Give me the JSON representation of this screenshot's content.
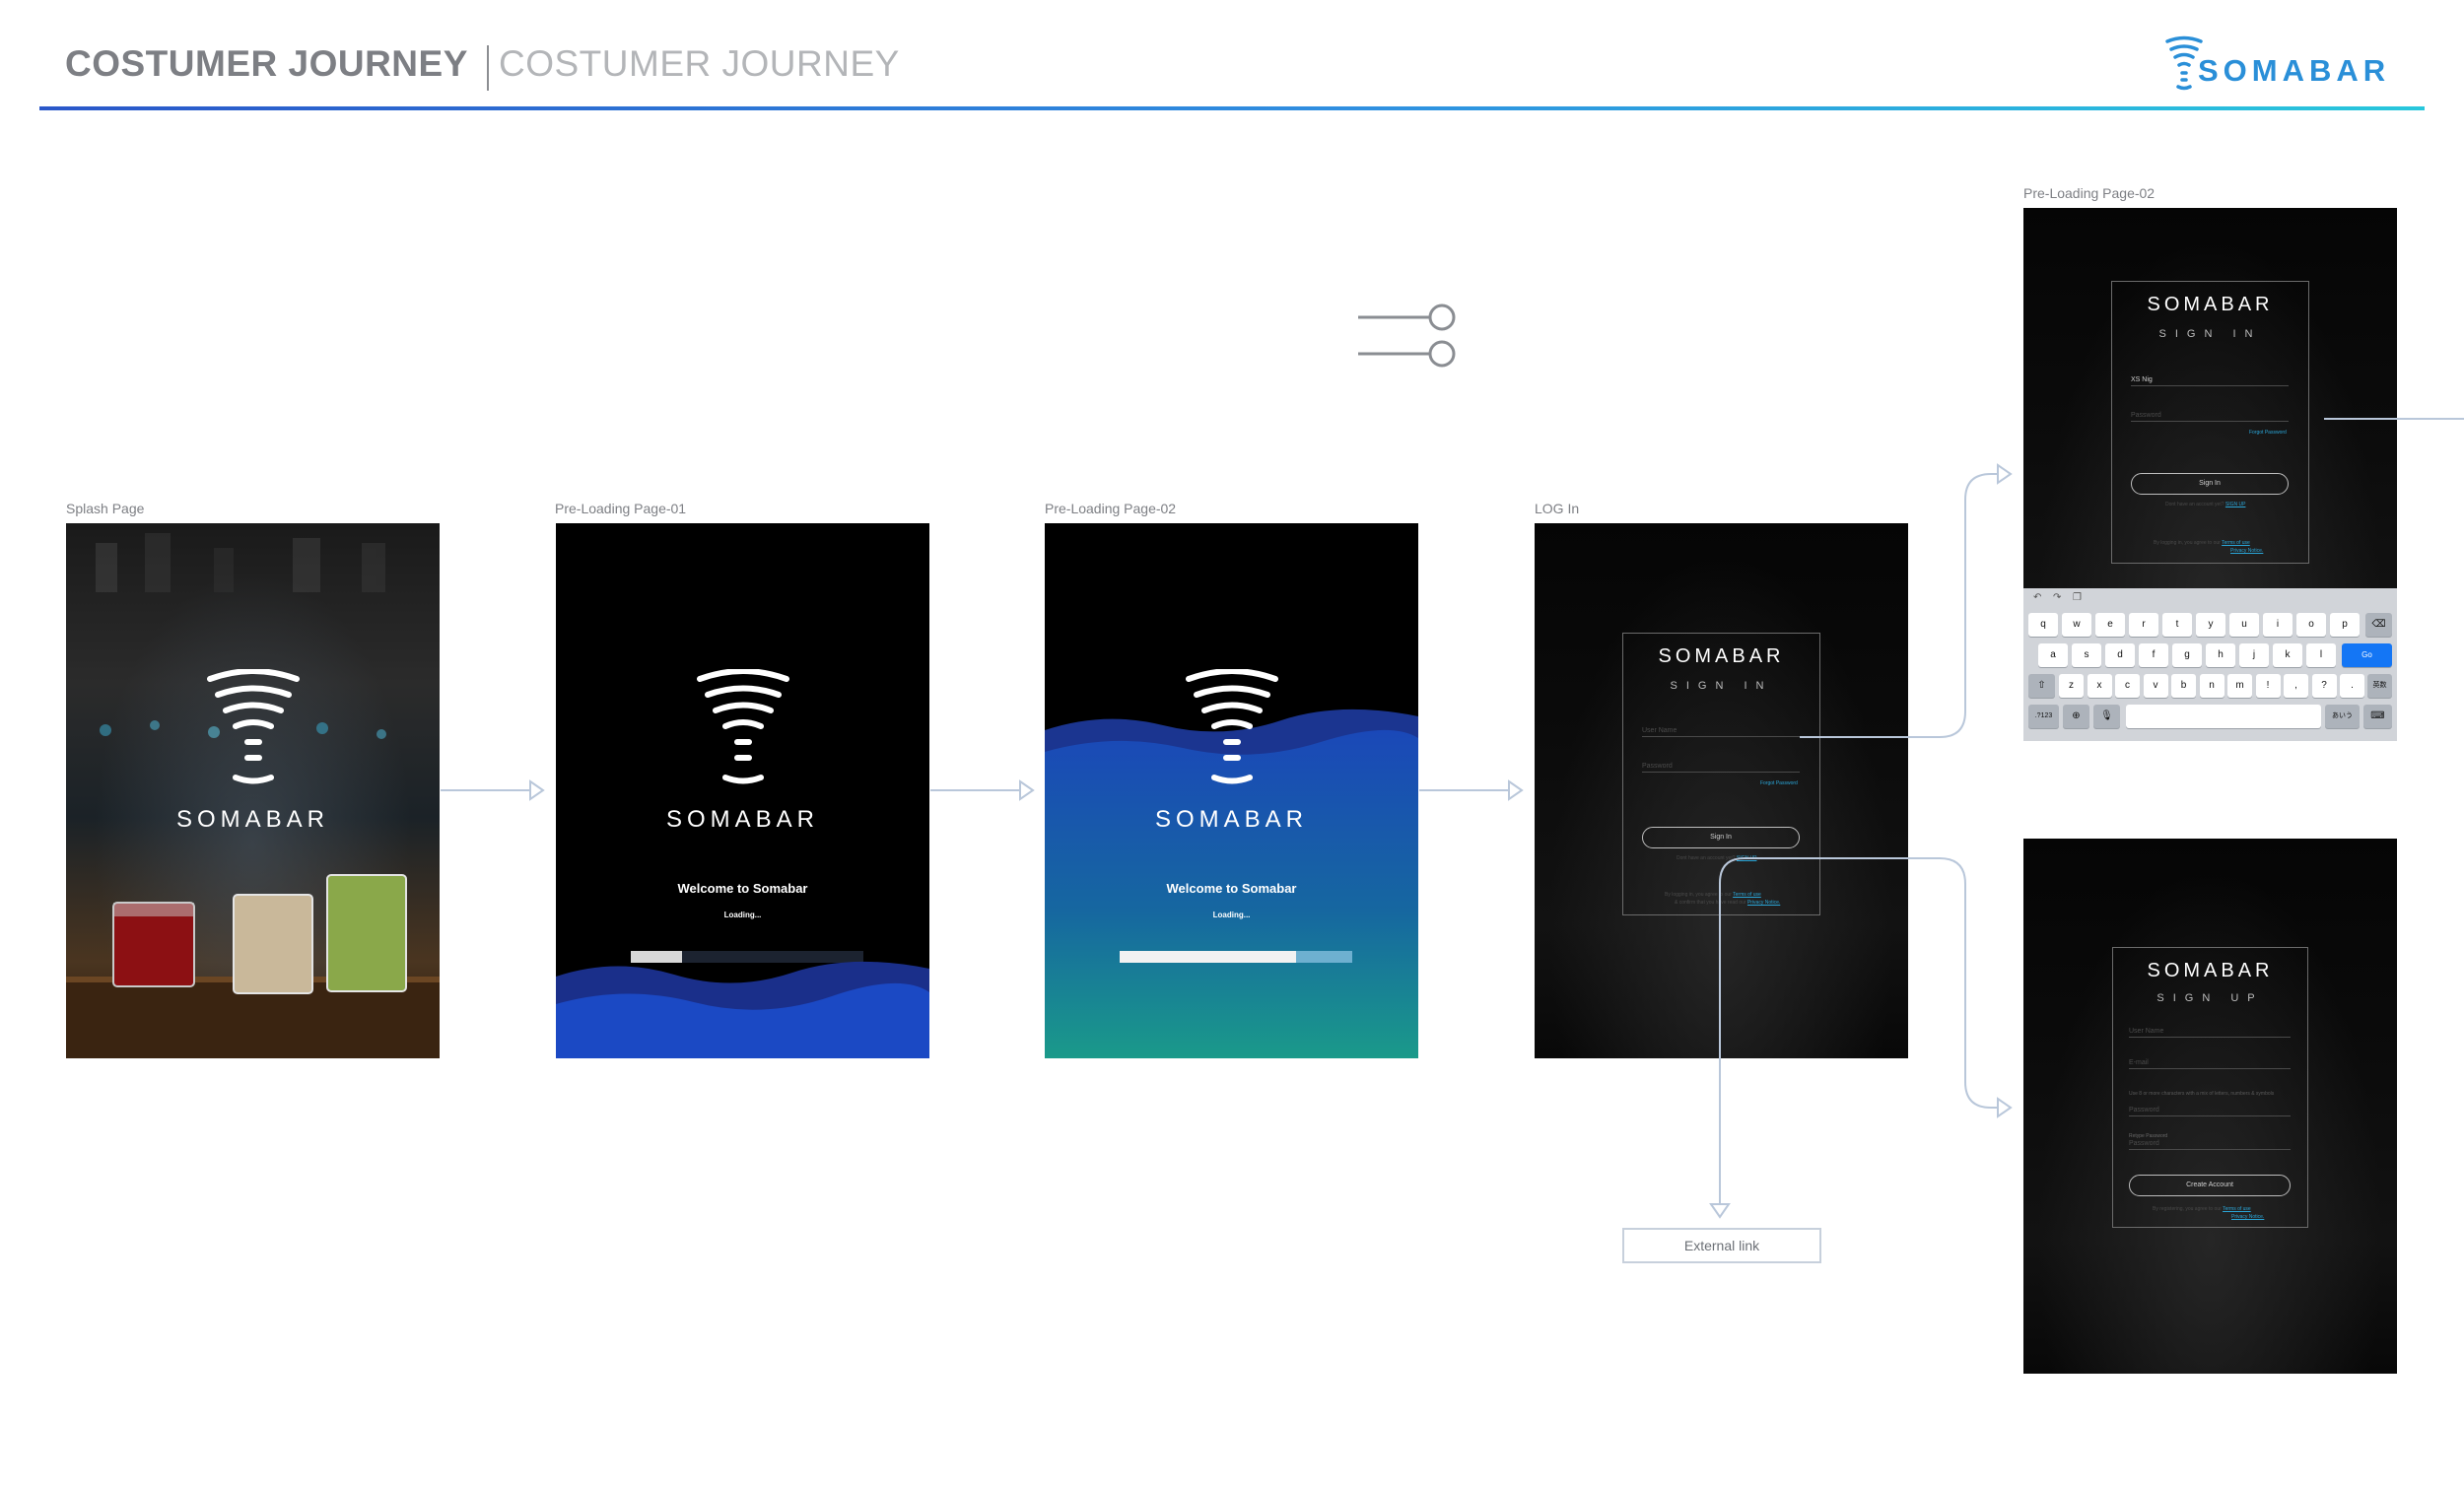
{
  "header": {
    "title": "COSTUMER JOURNEY",
    "subtitle": "COSTUMER JOURNEY",
    "brand": "SOMABAR"
  },
  "colors": {
    "accent": "#2a8fd8",
    "connector": "#b9c7da",
    "link": "#2aa6d8",
    "go_key": "#1476f5"
  },
  "frames": {
    "splash": {
      "label": "Splash Page",
      "wordmark": "SOMABAR"
    },
    "preload1": {
      "label": "Pre-Loading Page-01",
      "wordmark": "SOMABAR",
      "welcome": "Welcome to Somabar",
      "loading": "Loading...",
      "progress": 0.22
    },
    "preload2": {
      "label": "Pre-Loading Page-02",
      "wordmark": "SOMABAR",
      "welcome": "Welcome to Somabar",
      "loading": "Loading...",
      "progress": 0.76
    },
    "login": {
      "label": "LOG In",
      "brand": "SOMABAR",
      "subtitle": "SIGN IN",
      "user_placeholder": "User Name",
      "password_placeholder": "Password",
      "forgot": "Forgot Password",
      "button": "Sign In",
      "signup_prompt": "Dont have an account yet?",
      "signup_link": "SIGN UP",
      "terms": "By logging in, you agree to our",
      "terms_link": "Terms of use",
      "terms_and": "& confirm that you have read our",
      "privacy_link": "Privacy Notice."
    },
    "signin_keyboard": {
      "label": "Pre-Loading Page-02",
      "brand": "SOMABAR",
      "subtitle": "SIGN IN",
      "user_value": "XS Nig",
      "password_placeholder": "Password",
      "forgot": "Forgot Password",
      "button": "Sign In",
      "signup_prompt": "Dont have an account yet?",
      "signup_link": "SIGN UP",
      "terms": "By logging in, you agree to our",
      "terms_link": "Terms of use",
      "privacy_link": "Privacy Notice.",
      "keyboard": {
        "row1": [
          "q",
          "w",
          "e",
          "r",
          "t",
          "y",
          "u",
          "i",
          "o",
          "p"
        ],
        "row2": [
          "a",
          "s",
          "d",
          "f",
          "g",
          "h",
          "j",
          "k",
          "l"
        ],
        "row3": [
          "z",
          "x",
          "c",
          "v",
          "b",
          "n",
          "m",
          "!",
          ",",
          "?",
          "."
        ],
        "go": "Go",
        "numbers": ".?123",
        "lang": "あいう",
        "cjk": "英数"
      }
    },
    "signup": {
      "brand": "SOMABAR",
      "subtitle": "SIGN UP",
      "user_placeholder": "User Name",
      "email_placeholder": "E-mail",
      "password_hint": "Use 8 or more characters with a mix of letters, numbers & symbols",
      "password_placeholder": "Password",
      "retype_label": "Retype Password",
      "retype_placeholder": "Password",
      "button": "Create Account",
      "terms": "By registering, you agree to our",
      "terms_link": "Terms of use",
      "privacy_link": "Privacy Notice."
    }
  },
  "external_link": "External link"
}
